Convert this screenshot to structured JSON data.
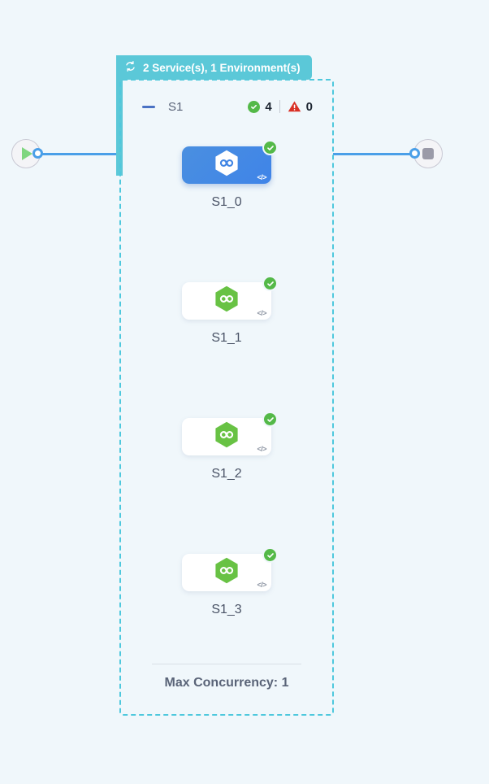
{
  "canvas": {
    "background_color": "#f0f7fb",
    "accent_blue": "#4a9fe8",
    "group_teal": "#5bc8d8",
    "dashed_border_color": "#4ec8dd",
    "status_ok_color": "#54b948",
    "status_error_color": "#d93025",
    "selected_card_color": "#4286e4"
  },
  "start_node": {
    "name": "start-node",
    "icon": "play-icon"
  },
  "end_node": {
    "name": "end-node",
    "icon": "stop-icon"
  },
  "group": {
    "badge_label": "2 Service(s), 1 Environment(s)",
    "badge_icon": "sync-icon",
    "service": {
      "collapse_icon": "minus-icon",
      "name": "S1",
      "ok_icon": "check-circle-icon",
      "ok_count": "4",
      "error_icon": "warning-triangle-icon",
      "error_count": "0"
    },
    "footer": {
      "max_concurrency_label": "Max Concurrency: 1"
    }
  },
  "nodes": [
    {
      "label": "S1_0",
      "selected": true,
      "logo_icon": "nodejs-hexagon-icon",
      "status_icon": "check-circle-icon",
      "code_icon": "code-brackets-icon",
      "code_label": "</>"
    },
    {
      "label": "S1_1",
      "selected": false,
      "logo_icon": "nodejs-hexagon-icon",
      "status_icon": "check-circle-icon",
      "code_icon": "code-brackets-icon",
      "code_label": "</>"
    },
    {
      "label": "S1_2",
      "selected": false,
      "logo_icon": "nodejs-hexagon-icon",
      "status_icon": "check-circle-icon",
      "code_icon": "code-brackets-icon",
      "code_label": "</>"
    },
    {
      "label": "S1_3",
      "selected": false,
      "logo_icon": "nodejs-hexagon-icon",
      "status_icon": "check-circle-icon",
      "code_icon": "code-brackets-icon",
      "code_label": "</>"
    }
  ]
}
